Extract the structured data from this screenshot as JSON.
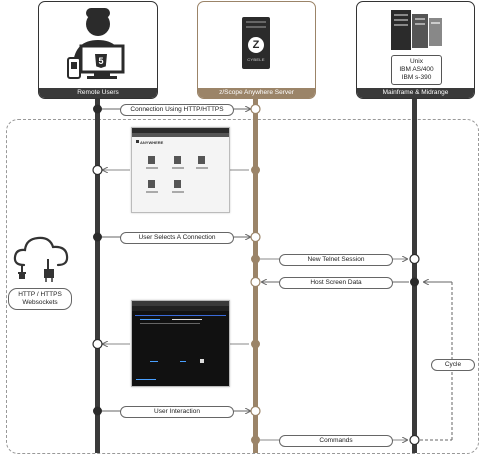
{
  "actors": {
    "remote_users": "Remote Users",
    "server": "z/Scope Anywhere Server",
    "mainframe": "Mainframe & Midrange",
    "systems": [
      "Unix",
      "IBM AS/400",
      "IBM s-390"
    ]
  },
  "messages": {
    "connection": "Connection Using HTTP/HTTPS",
    "user_selects": "User Selects A Connection",
    "new_telnet": "New Telnet Session",
    "host_screen": "Host Screen Data",
    "user_interaction": "User Interaction",
    "commands": "Commands",
    "cycle": "Cycle"
  },
  "protocol": {
    "line1": "HTTP / HTTPS",
    "line2": "Websockets"
  },
  "icons": {
    "html5": "5",
    "server_logo": "Z",
    "server_brand": "CYBELE"
  },
  "screenshot1": {
    "brand": "ANYWHERE",
    "items": [
      "",
      "",
      "",
      "",
      "",
      "",
      ""
    ]
  },
  "colors": {
    "dark": "#3a3a3a",
    "tan": "#9b8468",
    "dashed": "#999999"
  }
}
